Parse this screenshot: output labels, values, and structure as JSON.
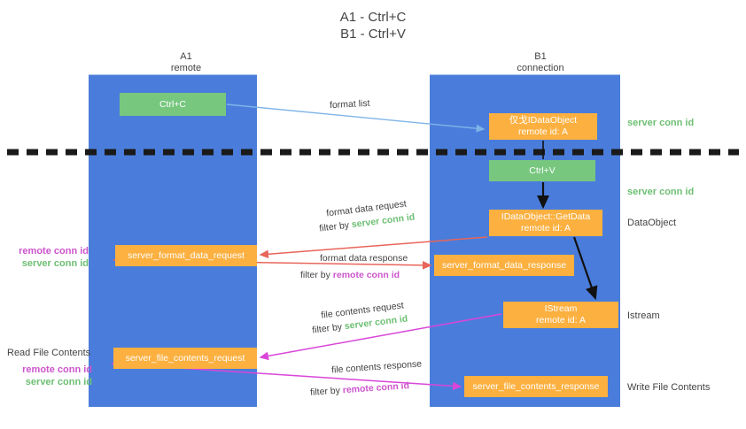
{
  "title": {
    "line1": "A1 - Ctrl+C",
    "line2": "B1 - Ctrl+V"
  },
  "columns": {
    "left": {
      "name": "A1",
      "role": "remote"
    },
    "right": {
      "name": "B1",
      "role": "connection"
    }
  },
  "nodes": {
    "ctrl_c": {
      "label": "Ctrl+C",
      "color": "#77c77f"
    },
    "idataobject": {
      "line1": "仅⼽IDataObject",
      "line2": "remote id: A",
      "color": "#fbb040"
    },
    "ctrl_v": {
      "label": "Ctrl+V",
      "color": "#77c77f"
    },
    "getdata": {
      "line1": "IDataObject::GetData",
      "line2": "remote id: A",
      "color": "#fbb040"
    },
    "server_format_data_request": {
      "label": "server_format_data_request",
      "color": "#fbb040"
    },
    "server_format_data_response": {
      "label": "server_format_data_response",
      "color": "#fbb040"
    },
    "istream": {
      "line1": "IStream",
      "line2": "remote id: A",
      "color": "#fbb040"
    },
    "server_file_contents_request": {
      "label": "server_file_contents_request",
      "color": "#fbb040"
    },
    "server_file_contents_response": {
      "label": "server_file_contents_response",
      "color": "#fbb040"
    }
  },
  "edges": {
    "format_list": {
      "label": "format list",
      "color": "#7fb4e8"
    },
    "format_data_request": {
      "line1": "format data request",
      "prefix": "filter by ",
      "highlight": "server conn id",
      "color": "#e8655a"
    },
    "format_data_response": {
      "line1": "format data response",
      "prefix": "filter by ",
      "highlight": "remote conn id",
      "color": "#e8655a"
    },
    "file_contents_request": {
      "line1": "file contents request",
      "prefix": "filter by ",
      "highlight": "server conn id",
      "color": "#d946d9"
    },
    "file_contents_response": {
      "line1": "file contents response",
      "prefix": "filter by ",
      "highlight": "remote conn id",
      "color": "#d946d9"
    }
  },
  "annotations": {
    "right": {
      "server_conn_id_top": "server conn id",
      "server_conn_id_mid": "server conn id",
      "dataobject": "DataObject",
      "istream": "Istream",
      "write_file_contents": "Write File Contents"
    },
    "left": {
      "remote_conn_id_1": "remote conn id",
      "server_conn_id_1": "server conn id",
      "read_file_contents": "Read File Contents",
      "remote_conn_id_2": "remote conn id",
      "server_conn_id_2": "server conn id"
    }
  },
  "colors": {
    "lane": "#4a7ddb",
    "green": "#77c77f",
    "orange": "#fbb040",
    "green_text": "#6dbf73",
    "magenta_text": "#cc55cc",
    "divider": "#1a1a1a"
  }
}
